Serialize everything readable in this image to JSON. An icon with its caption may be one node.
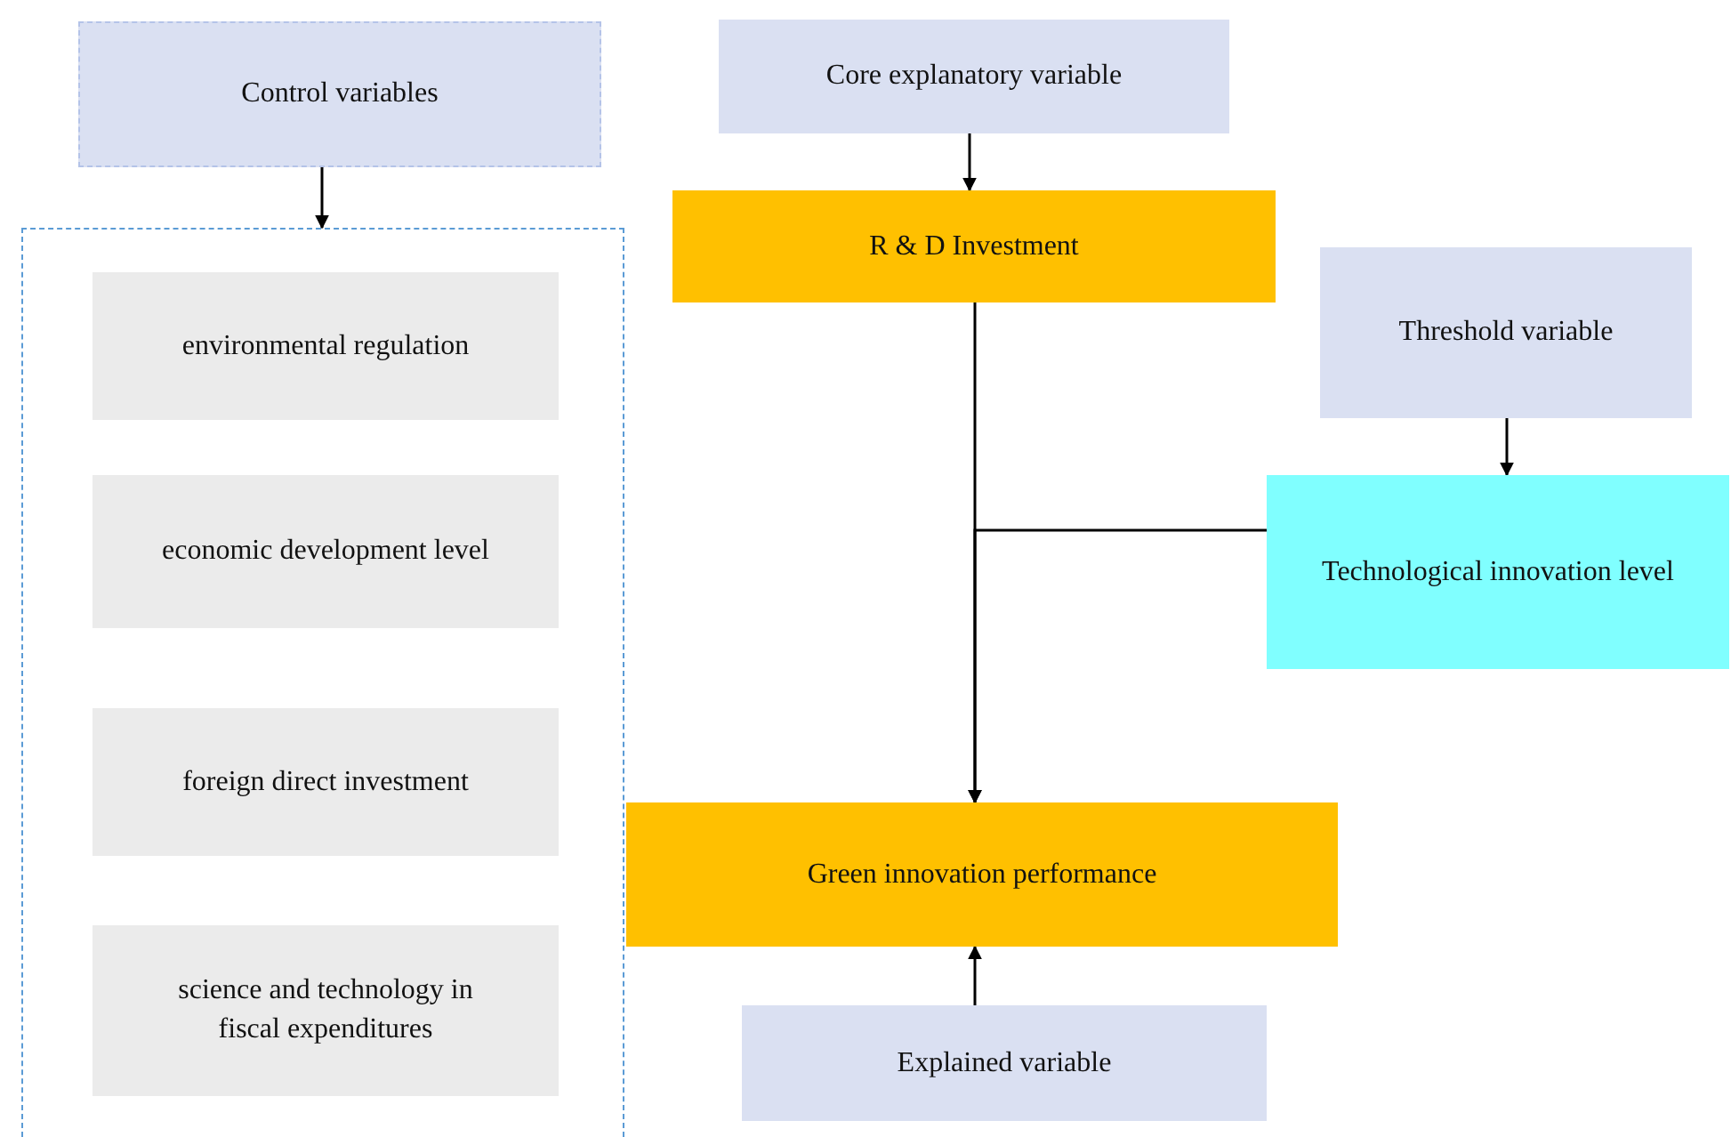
{
  "diagram": {
    "nodes": [
      {
        "text": [
          "Control variables"
        ]
      },
      {
        "text": [],
        "shape": "box"
      },
      {
        "text": [
          "environmental regulation"
        ],
        "in": 1
      },
      {
        "text": [
          "economic development level"
        ],
        "in": 1
      },
      {
        "text": [
          "foreign direct investment"
        ],
        "in": 1
      },
      {
        "text": [
          "science and technology in fiscal expenditures"
        ],
        "in": 1
      },
      {
        "text": [
          "Core explanatory variable"
        ]
      },
      {
        "text": [
          "R & D Investment"
        ]
      },
      {
        "text": [
          "Threshold variable"
        ]
      },
      {
        "text": [
          "Technological innovation level"
        ]
      },
      {
        "text": [
          "Green innovation performance"
        ]
      },
      {
        "text": [
          "Explained variable"
        ]
      }
    ],
    "edges": [
      {
        "from": 0,
        "to": 1,
        "arrow": "to"
      },
      {
        "from": 6,
        "to": 7,
        "arrow": "to"
      },
      {
        "from": 7,
        "to": 10,
        "arrow": "to"
      },
      {
        "from": 8,
        "to": 9,
        "arrow": "to"
      },
      {
        "from": 9,
        "to": 10,
        "arrow": "to"
      },
      {
        "from": 11,
        "to": 10,
        "arrow": "to"
      }
    ]
  }
}
